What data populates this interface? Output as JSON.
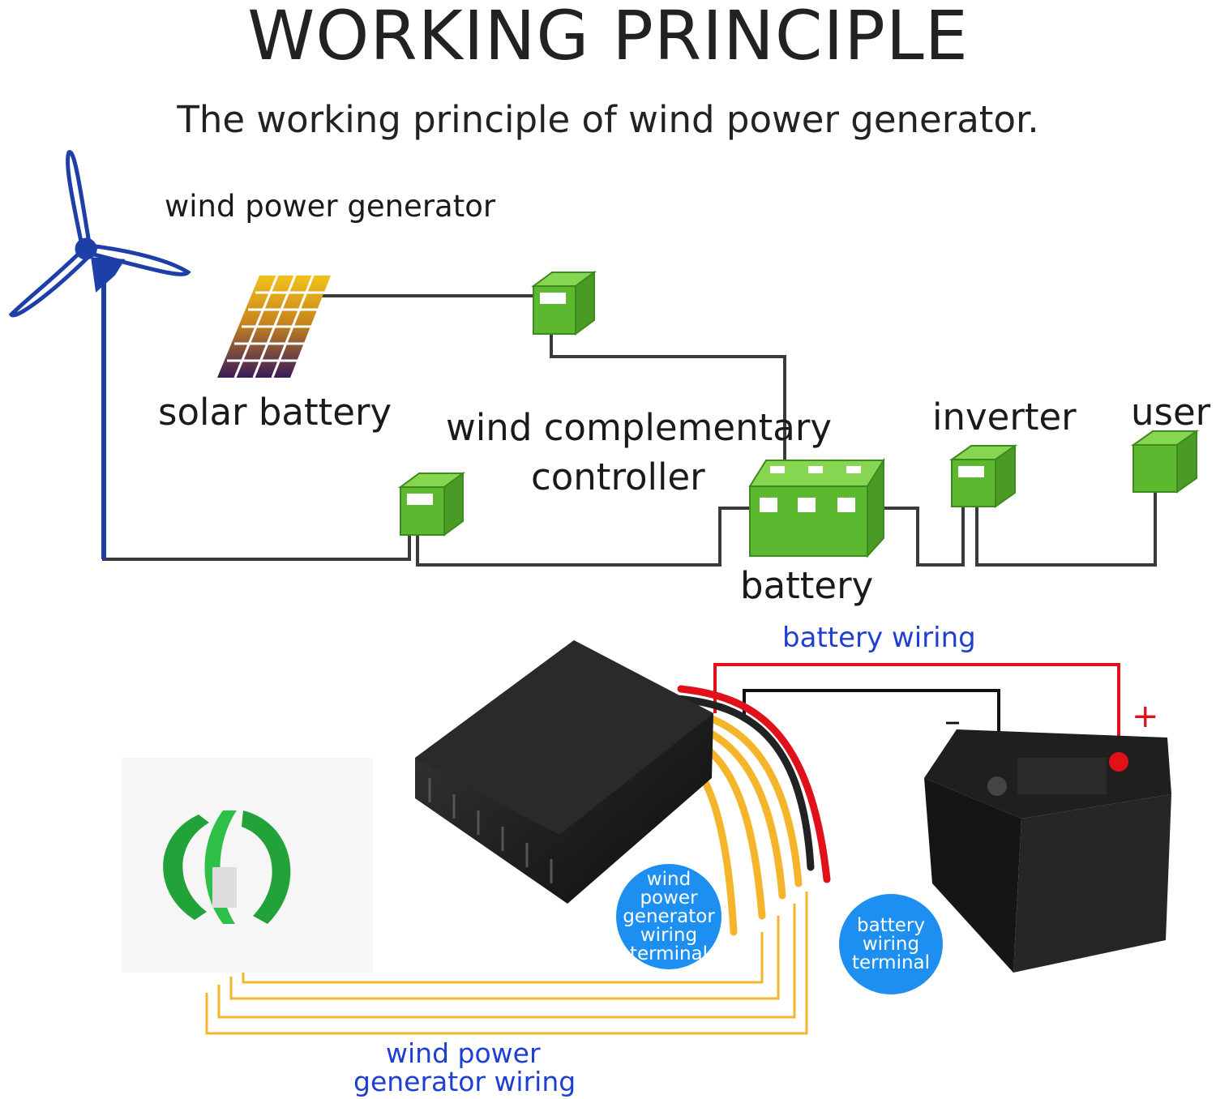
{
  "title": "WORKING PRINCIPLE",
  "subtitle": "The working principle of wind power generator.",
  "diagram": {
    "wind_generator_label": "wind power generator",
    "solar_label": "solar battery",
    "controller_label_line1": "wind complementary",
    "controller_label_line2": "controller",
    "inverter_label": "inverter",
    "user_label": "user",
    "battery_label": "battery"
  },
  "wiring": {
    "battery_wiring_label": "battery wiring",
    "generator_wiring_label_line1": "wind power",
    "generator_wiring_label_line2": "generator wiring",
    "minus_sign": "–",
    "plus_sign": "+",
    "generator_terminal_badge": [
      "wind",
      "power",
      "generator",
      "wiring",
      "terminal"
    ],
    "battery_terminal_badge": [
      "battery",
      "wiring",
      "terminal"
    ]
  },
  "colors": {
    "box_green": "#5cb82e",
    "turbine_blue": "#1e3fa8",
    "wiring_label_blue": "#1f3fd1",
    "badge_blue": "#1d8ff0",
    "wire_red": "#e0111a",
    "wire_yellow": "#f5b52a"
  }
}
